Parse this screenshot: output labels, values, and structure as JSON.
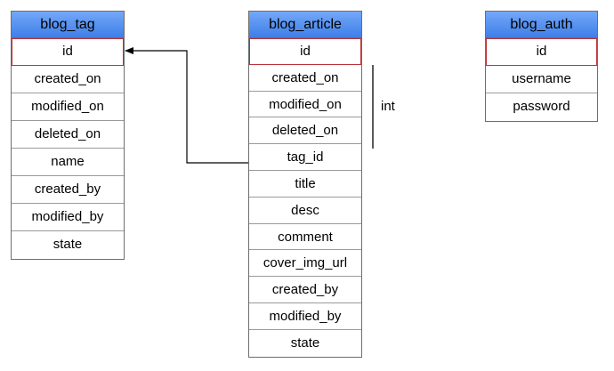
{
  "tables": {
    "tag": {
      "title": "blog_tag",
      "fields": [
        "id",
        "created_on",
        "modified_on",
        "deleted_on",
        "name",
        "created_by",
        "modified_by",
        "state"
      ]
    },
    "article": {
      "title": "blog_article",
      "fields": [
        "id",
        "created_on",
        "modified_on",
        "deleted_on",
        "tag_id",
        "title",
        "desc",
        "comment",
        "cover_img_url",
        "created_by",
        "modified_by",
        "state"
      ]
    },
    "auth": {
      "title": "blog_auth",
      "fields": [
        "id",
        "username",
        "password"
      ]
    }
  },
  "annotation": {
    "label": "int"
  },
  "colors": {
    "header_fill": "#4a8cf0",
    "primary_key_border": "#b8323c",
    "border": "#6e6e6e",
    "connector": "#000000"
  }
}
